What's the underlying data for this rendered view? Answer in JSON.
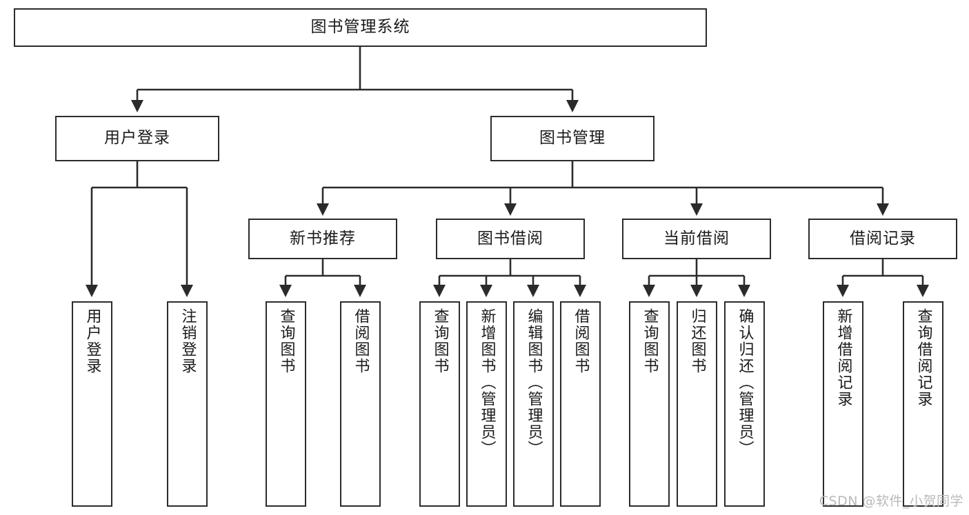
{
  "diagram": {
    "title": "图书管理系统",
    "watermark": "CSDN @软件_小贺同学",
    "line_color": "#2b2b2b",
    "box_fill": "#ffffff",
    "text_color": "#1a1a1a",
    "watermark_color": "#b9b9b9",
    "levels": {
      "root": {
        "label": "图书管理系统"
      },
      "level2": [
        {
          "id": "user-login",
          "label": "用户登录"
        },
        {
          "id": "book-manage",
          "label": "图书管理"
        }
      ],
      "level3": [
        {
          "id": "new-book-recommend",
          "label": "新书推荐"
        },
        {
          "id": "book-borrow",
          "label": "图书借阅"
        },
        {
          "id": "current-borrow",
          "label": "当前借阅"
        },
        {
          "id": "borrow-record",
          "label": "借阅记录"
        }
      ],
      "level4": {
        "user-login": [
          {
            "id": "leaf-user-login",
            "label": "用户登录"
          },
          {
            "id": "leaf-logout",
            "label": "注销登录"
          }
        ],
        "new-book-recommend": [
          {
            "id": "leaf-query-book-1",
            "label": "查询图书"
          },
          {
            "id": "leaf-borrow-book-1",
            "label": "借阅图书"
          }
        ],
        "book-borrow": [
          {
            "id": "leaf-query-book-2",
            "label": "查询图书"
          },
          {
            "id": "leaf-add-book",
            "label": "新增图书（管理员）"
          },
          {
            "id": "leaf-edit-book",
            "label": "编辑图书（管理员）"
          },
          {
            "id": "leaf-borrow-book-2",
            "label": "借阅图书"
          }
        ],
        "current-borrow": [
          {
            "id": "leaf-query-book-3",
            "label": "查询图书"
          },
          {
            "id": "leaf-return-book",
            "label": "归还图书"
          },
          {
            "id": "leaf-confirm-return",
            "label": "确认归还（管理员）"
          }
        ],
        "borrow-record": [
          {
            "id": "leaf-add-record",
            "label": "新增借阅记录"
          },
          {
            "id": "leaf-query-record",
            "label": "查询借阅记录"
          }
        ]
      }
    }
  }
}
